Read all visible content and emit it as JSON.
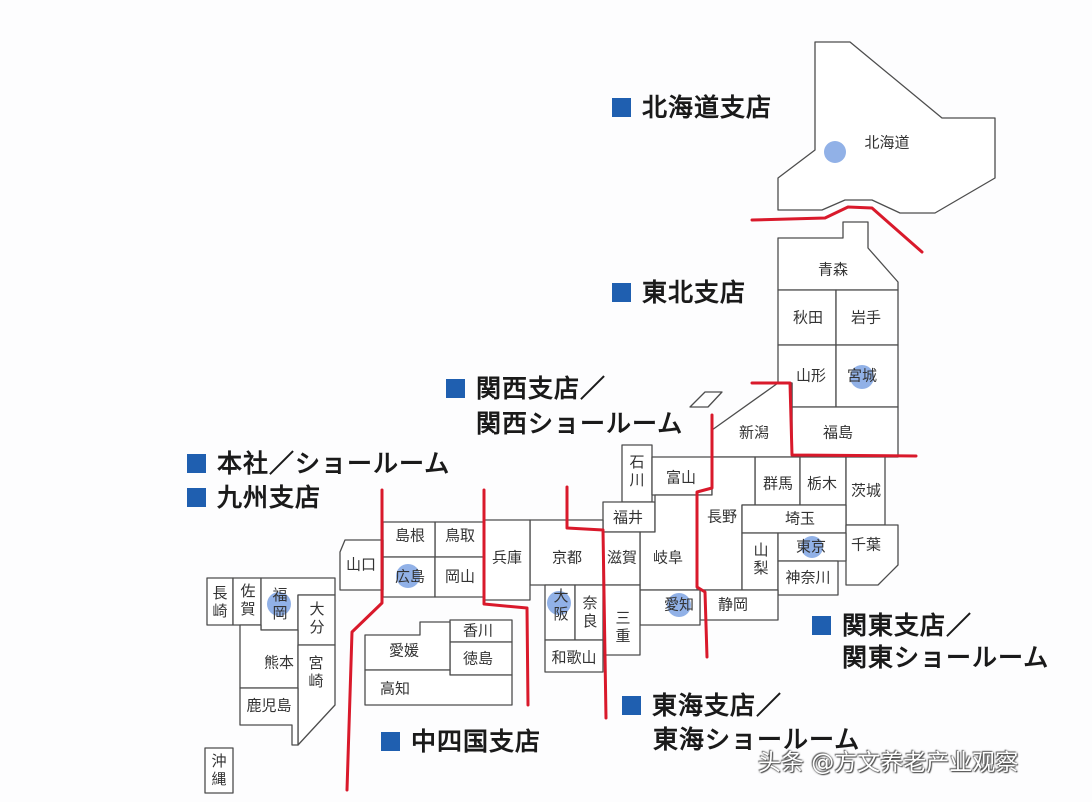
{
  "branches": {
    "hokkaido": "北海道支店",
    "tohoku": "東北支店",
    "kansai": "関西支店／",
    "kansai_showroom": "関西ショールーム",
    "headquarters": "本社／ショールーム",
    "kyushu": "九州支店",
    "kanto": "関東支店／",
    "kanto_showroom": "関東ショールーム",
    "tokai": "東海支店／",
    "tokai_showroom": "東海ショールーム",
    "chushikoku": "中四国支店"
  },
  "prefectures": {
    "hokkaido": "北海道",
    "aomori": "青森",
    "akita": "秋田",
    "iwate": "岩手",
    "yamagata": "山形",
    "miyagi": "宮城",
    "niigata": "新潟",
    "fukushima": "福島",
    "ishikawa": "石川",
    "toyama": "富山",
    "gunma": "群馬",
    "tochigi": "栃木",
    "ibaraki": "茨城",
    "fukui": "福井",
    "nagano": "長野",
    "saitama": "埼玉",
    "chiba": "千葉",
    "yamaguchi": "山口",
    "shimane": "島根",
    "tottori": "鳥取",
    "hyogo": "兵庫",
    "kyoto": "京都",
    "shiga": "滋賀",
    "gifu": "岐阜",
    "yamanashi": "山梨",
    "tokyo": "東京",
    "kanagawa": "神奈川",
    "hiroshima": "広島",
    "okayama": "岡山",
    "osaka": "大阪",
    "nara": "奈良",
    "aichi": "愛知",
    "shizuoka": "静岡",
    "mie": "三重",
    "wakayama": "和歌山",
    "kagawa": "香川",
    "ehime": "愛媛",
    "tokushima": "徳島",
    "kochi": "高知",
    "nagasaki": "長崎",
    "saga": "佐賀",
    "fukuoka": "福岡",
    "oita": "大分",
    "kumamoto": "熊本",
    "miyazaki": "宮崎",
    "kagoshima": "鹿児島",
    "okinawa": "沖縄"
  },
  "watermark": "头条 @方文养老产业观察",
  "icons": {
    "branch_marker": "blue-square-icon",
    "office_marker": "blue-dot-icon"
  },
  "colors": {
    "branch_marker": "#1f5fb0",
    "divider": "#d9192b",
    "office_marker": "#7ea3e3"
  }
}
